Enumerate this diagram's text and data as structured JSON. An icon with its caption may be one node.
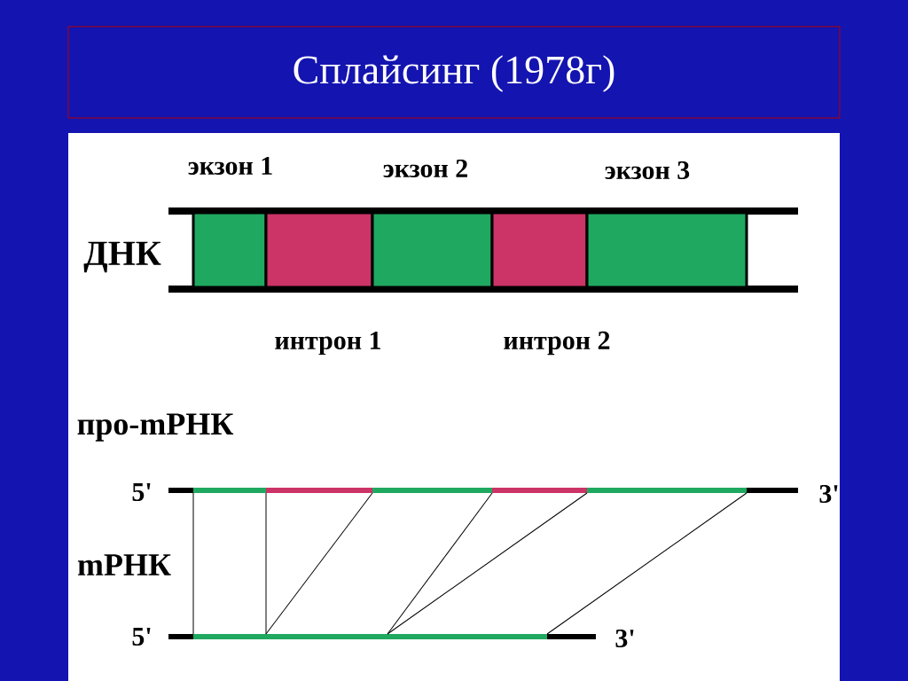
{
  "diagram": {
    "title": "Сплайсинг (1978г)",
    "nodes": [
      {
        "text": [
          "экзон 1"
        ]
      },
      {
        "text": [
          "интрон 1"
        ]
      },
      {
        "text": [
          "экзон 2"
        ]
      },
      {
        "text": [
          "интрон 2"
        ]
      },
      {
        "text": [
          "экзон 3"
        ]
      }
    ],
    "labels": [
      "ДНК",
      "про-mРНК",
      "5'",
      "3'",
      "mРНК",
      "5'",
      "3'"
    ]
  }
}
